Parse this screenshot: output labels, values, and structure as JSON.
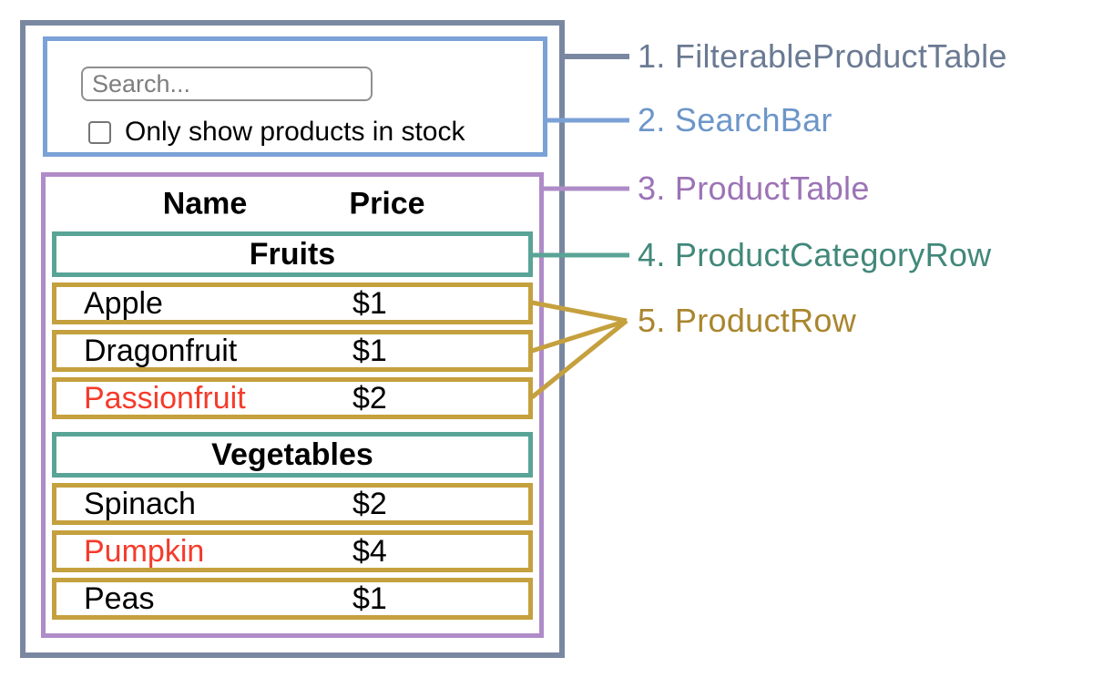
{
  "colors": {
    "outer_border": "#7A87A0",
    "outer_label": "#6B7A93",
    "blue_border": "#7BA2D7",
    "blue_label": "#6D96C9",
    "purple_border": "#AF8CC7",
    "purple_label": "#9C73B6",
    "teal_border": "#59A496",
    "teal_label": "#41887A",
    "gold_border": "#C5A03E",
    "gold_label": "#A9862F",
    "out_of_stock_red": "#F53B2B"
  },
  "search_bar": {
    "search_placeholder": "Search...",
    "checkbox_label": "Only show products in stock",
    "checkbox_checked": false
  },
  "product_table": {
    "columns": [
      "Name",
      "Price"
    ],
    "groups": [
      {
        "category": "Fruits",
        "rows": [
          {
            "name": "Apple",
            "price": "$1",
            "name_color": "black"
          },
          {
            "name": "Dragonfruit",
            "price": "$1",
            "name_color": "black"
          },
          {
            "name": "Passionfruit",
            "price": "$2",
            "name_color": "red"
          }
        ]
      },
      {
        "category": "Vegetables",
        "rows": [
          {
            "name": "Spinach",
            "price": "$2",
            "name_color": "black"
          },
          {
            "name": "Pumpkin",
            "price": "$4",
            "name_color": "red"
          },
          {
            "name": "Peas",
            "price": "$1",
            "name_color": "black"
          }
        ]
      }
    ]
  },
  "legend": [
    {
      "text": "1. FilterableProductTable",
      "color_key": "outer_label"
    },
    {
      "text": "2. SearchBar",
      "color_key": "blue_label"
    },
    {
      "text": "3. ProductTable",
      "color_key": "purple_label"
    },
    {
      "text": "4. ProductCategoryRow",
      "color_key": "teal_label"
    },
    {
      "text": "5. ProductRow",
      "color_key": "gold_label"
    }
  ]
}
